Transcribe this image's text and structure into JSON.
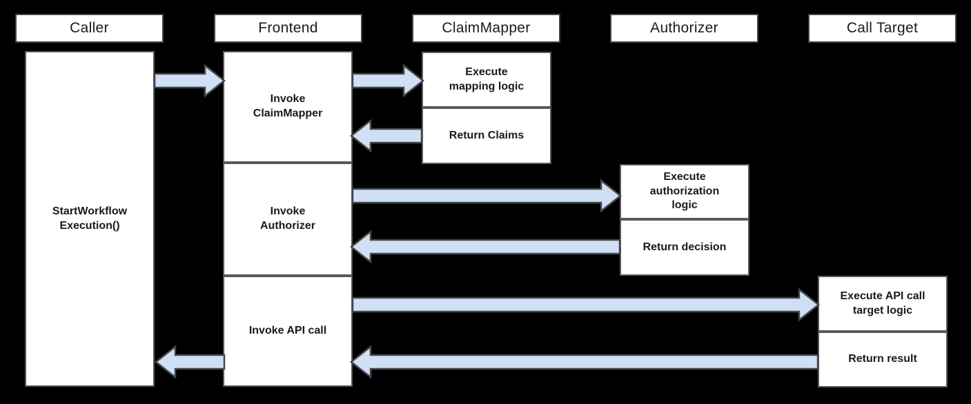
{
  "diagram_type": "sequence-diagram",
  "lanes": {
    "caller": {
      "header": "Caller",
      "boxes": [
        "StartWorkflow\nExecution()"
      ]
    },
    "frontend": {
      "header": "Frontend",
      "boxes": [
        "Invoke\nClaimMapper",
        "Invoke\nAuthorizer",
        "Invoke API call"
      ]
    },
    "claim_mapper": {
      "header": "ClaimMapper",
      "boxes": [
        "Execute\nmapping logic",
        "Return Claims"
      ]
    },
    "authorizer": {
      "header": "Authorizer",
      "boxes": [
        "Execute\nauthorization\nlogic",
        "Return decision"
      ]
    },
    "call_target": {
      "header": "Call Target",
      "boxes": [
        "Execute API call\ntarget logic",
        "Return result"
      ]
    }
  },
  "arrows": [
    {
      "name": "caller-to-frontend",
      "from": "Caller",
      "to": "Frontend",
      "direction": "right"
    },
    {
      "name": "frontend-to-claimmapper",
      "from": "Frontend",
      "to": "ClaimMapper",
      "direction": "right"
    },
    {
      "name": "claimmapper-to-frontend",
      "from": "ClaimMapper",
      "to": "Frontend",
      "direction": "left"
    },
    {
      "name": "frontend-to-authorizer",
      "from": "Frontend",
      "to": "Authorizer",
      "direction": "right"
    },
    {
      "name": "authorizer-to-frontend",
      "from": "Authorizer",
      "to": "Frontend",
      "direction": "left"
    },
    {
      "name": "frontend-to-calltarget",
      "from": "Frontend",
      "to": "Call Target",
      "direction": "right"
    },
    {
      "name": "calltarget-to-frontend",
      "from": "Call Target",
      "to": "Frontend",
      "direction": "left"
    },
    {
      "name": "frontend-to-caller",
      "from": "Frontend",
      "to": "Caller",
      "direction": "left"
    }
  ],
  "colors": {
    "background": "#000000",
    "box_fill": "#ffffff",
    "box_border": "#595959",
    "header_border": "#454545",
    "arrow_fill": "#cfe0f4",
    "arrow_stroke": "#43474b",
    "text": "#1a1a1a"
  }
}
